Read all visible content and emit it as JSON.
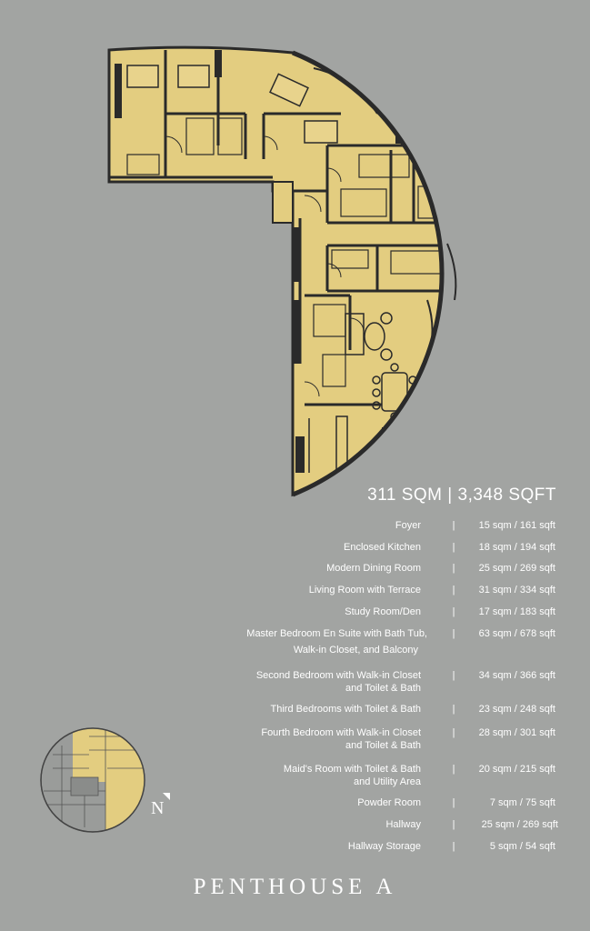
{
  "total_area": "311 SQM | 3,348 SQFT",
  "title": "PENTHOUSE A",
  "rooms": [
    {
      "label": "Foyer",
      "area": "15 sqm / 161 sqft"
    },
    {
      "label": "Enclosed Kitchen",
      "area": "18 sqm / 194 sqft"
    },
    {
      "label": "Modern Dining Room",
      "area": "25 sqm / 269 sqft"
    },
    {
      "label": "Living Room with Terrace",
      "area": "31 sqm / 334 sqft"
    },
    {
      "label": "Study Room/Den",
      "area": "17 sqm / 183 sqft"
    },
    {
      "label": "Master Bedroom En Suite with Bath Tub,",
      "label2": "Walk-in Closet, and Balcony",
      "area": "63 sqm / 678 sqft"
    },
    {
      "label": "Second Bedroom with Walk-in Closet",
      "label2": "and Toilet & Bath",
      "area": "34 sqm / 366 sqft"
    },
    {
      "label": "Third Bedrooms with Toilet & Bath",
      "area": "23 sqm / 248 sqft"
    },
    {
      "label": "Fourth Bedroom with Walk-in Closet",
      "label2": "and Toilet & Bath",
      "area": "28 sqm / 301 sqft"
    },
    {
      "label": "Maid's Room with Toilet & Bath",
      "label2": "and Utility Area",
      "area": "20 sqm / 215 sqft"
    },
    {
      "label": "Powder Room",
      "area": "7 sqm / 75 sqft"
    },
    {
      "label": "Hallway",
      "area": "25 sqm / 269 sqft"
    },
    {
      "label": "Hallway Storage",
      "area": "5 sqm / 54 sqft"
    }
  ],
  "separator": "|",
  "compass_label": "N",
  "colors": {
    "background": "#a2a4a2",
    "plan_fill": "#e3cd80",
    "wall": "#2a2a2a"
  },
  "icons": {
    "compass": "north-arrow-icon"
  }
}
